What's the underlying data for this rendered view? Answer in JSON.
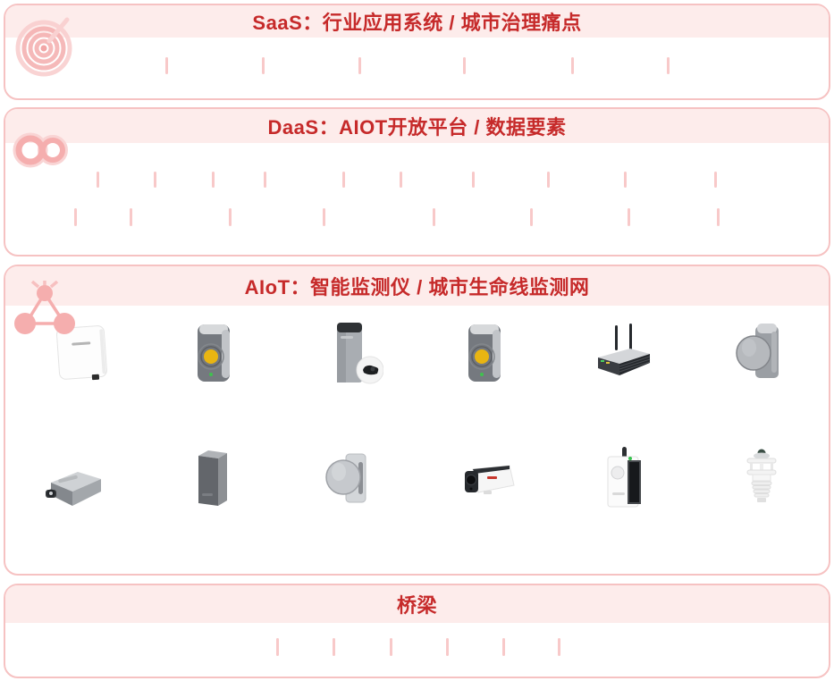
{
  "theme": {
    "border_pink": "#f6c2c2",
    "header_bg": "#fdeceb",
    "title_red": "#c62a2a",
    "separator_pink": "#f8c9c9",
    "icon_pink": "#f5b2b2",
    "background": "#ffffff"
  },
  "panels": {
    "saas": {
      "title": "SaaS：行业应用系统 / 城市治理痛点",
      "icon": "radar-rings-icon",
      "separator_count": 6
    },
    "daas": {
      "title": "DaaS：AIOT开放平台 / 数据要素",
      "icon": "infinity-links-icon",
      "separator_counts": [
        10,
        8
      ]
    },
    "aiot": {
      "title": "AIoT：智能监测仪 / 城市生命线监测网",
      "icon": "triangle-network-icon",
      "devices": {
        "row1": [
          "square-panel-sensor",
          "vibration-sensor-yellow-button",
          "pillar-sensor-with-probe",
          "vibration-sensor-yellow-button",
          "gateway-router-antennas",
          "disc-sensor-on-bracket"
        ],
        "row2": [
          "flat-box-sensor-connector",
          "dark-pillar-sensor",
          "disc-sensor",
          "bullet-camera",
          "monitor-box-antenna",
          "ultrasonic-weather-sensor"
        ]
      }
    },
    "bridge": {
      "title": "桥梁",
      "separator_count": 6
    }
  }
}
